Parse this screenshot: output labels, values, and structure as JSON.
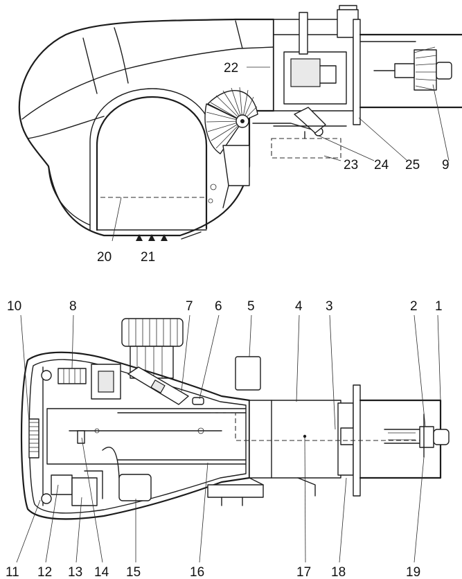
{
  "colors": {
    "line": "#1c1c1c",
    "background": "#ffffff",
    "shade": "#e9e9e9"
  },
  "side_view": {
    "callouts": [
      "22",
      "23",
      "24",
      "25",
      "9",
      "20",
      "21"
    ]
  },
  "top_view": {
    "callouts_top": [
      "10",
      "8",
      "7",
      "6",
      "5",
      "4",
      "3",
      "2",
      "1"
    ],
    "callouts_bottom": [
      "11",
      "12",
      "13",
      "14",
      "15",
      "16",
      "17",
      "18",
      "19"
    ]
  }
}
